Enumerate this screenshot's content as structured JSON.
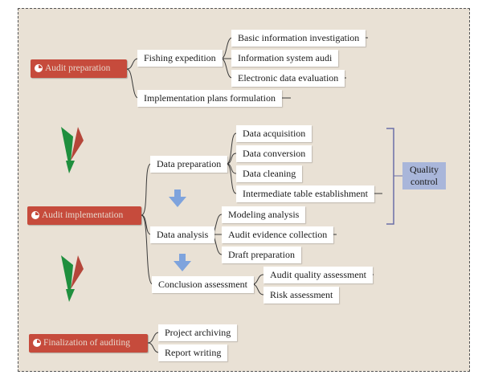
{
  "phases": [
    {
      "label": "Audit preparation"
    },
    {
      "label": "Audit implementation"
    },
    {
      "label": "Finalization of auditing"
    }
  ],
  "preparation": {
    "fishing": "Fishing expedition",
    "fishing_children": [
      "Basic information investigation",
      "Information system audi",
      "Electronic data evaluation"
    ],
    "plans": "Implementation plans formulation"
  },
  "implementation": {
    "data_preparation": "Data preparation",
    "data_preparation_children": [
      "Data acquisition",
      "Data conversion",
      "Data cleaning",
      "Intermediate table establishment"
    ],
    "data_analysis": "Data analysis",
    "data_analysis_children": [
      "Modeling analysis",
      "Audit evidence collection",
      "Draft preparation"
    ],
    "conclusion": "Conclusion assessment",
    "conclusion_children": [
      "Audit quality assessment",
      "Risk assessment"
    ]
  },
  "finalization": {
    "children": [
      "Project archiving",
      "Report writing"
    ]
  },
  "quality_control": "Quality control",
  "colors": {
    "background": "#e9e1d5",
    "phase": "#c64b3c",
    "quality_control": "#a9b6da",
    "line": "#3a3a3a",
    "bracket": "#6b6fa8",
    "arrow_green": "#1f8f3e",
    "arrow_red": "#b5463a",
    "arrow_blue": "#7ea3dd"
  }
}
